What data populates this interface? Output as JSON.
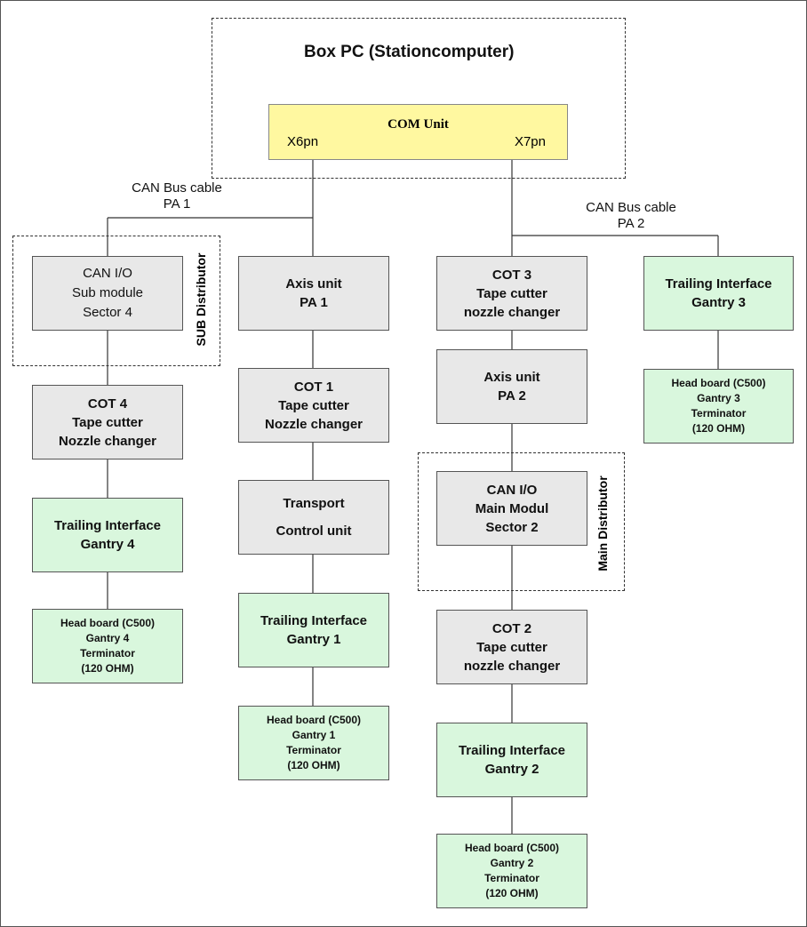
{
  "title": "Box PC (Stationcomputer)",
  "com_unit": {
    "title": "COM Unit",
    "port_left": "X6pn",
    "port_right": "X7pn"
  },
  "bus_left": {
    "line1": "CAN Bus cable",
    "line2": "PA 1"
  },
  "bus_right": {
    "line1": "CAN Bus cable",
    "line2": "PA 2"
  },
  "groups": {
    "sub_distributor": "SUB Distributor",
    "main_distributor": "Main Distributor"
  },
  "col1": {
    "can_io": [
      "CAN I/O",
      "Sub module",
      "Sector 4"
    ],
    "cot": [
      "COT 4",
      "Tape cutter",
      "Nozzle changer"
    ],
    "trailing": [
      "Trailing Interface",
      "Gantry  4"
    ],
    "head": [
      "Head board (C500)",
      "Gantry  4",
      "Terminator",
      "(120 OHM)"
    ]
  },
  "col2": {
    "axis": [
      "Axis unit",
      "PA 1"
    ],
    "cot": [
      "COT 1",
      "Tape cutter",
      "Nozzle changer"
    ],
    "transport": [
      "Transport",
      "Control unit"
    ],
    "trailing": [
      "Trailing Interface",
      "Gantry  1"
    ],
    "head": [
      "Head board (C500)",
      "Gantry  1",
      "Terminator",
      "(120 OHM)"
    ]
  },
  "col3": {
    "cot3": [
      "COT 3",
      "Tape cutter",
      "nozzle changer"
    ],
    "axis": [
      "Axis unit",
      "PA 2"
    ],
    "can_io": [
      "CAN I/O",
      "Main Modul",
      "Sector 2"
    ],
    "cot2": [
      "COT 2",
      "Tape cutter",
      "nozzle changer"
    ],
    "trailing": [
      "Trailing Interface",
      "Gantry  2"
    ],
    "head": [
      "Head board (C500)",
      "Gantry  2",
      "Terminator",
      "(120 OHM)"
    ]
  },
  "col4": {
    "trailing": [
      "Trailing  Interface",
      "Gantry 3"
    ],
    "head": [
      "Head board (C500)",
      "Gantry  3",
      "Terminator",
      "(120 OHM)"
    ]
  },
  "colors": {
    "gray_box": "#e8e8e8",
    "green_box": "#d9f7dd",
    "com_unit": "#fff8a0"
  }
}
